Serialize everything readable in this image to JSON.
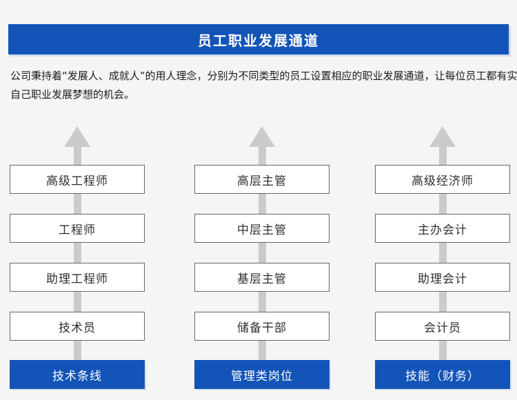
{
  "colors": {
    "accent": "#1254b8",
    "arrow": "#cbcbcb",
    "pagebg": "#f5f5f6",
    "boxborder": "#666666"
  },
  "header": {
    "title": "员工职业发展通道"
  },
  "intro": {
    "line1": "公司秉持着“发展人、成就人”的用人理念，分别为不同类型的员工设置相应的职业发展通道，让每位员工都有实现",
    "line2": "自己职业发展梦想的机会。"
  },
  "ladders": [
    {
      "category": "技术条线",
      "levels": [
        "高级工程师",
        "工程师",
        "助理工程师",
        "技术员"
      ]
    },
    {
      "category": "管理类岗位",
      "levels": [
        "高层主管",
        "中层主管",
        "基层主管",
        "储备干部"
      ]
    },
    {
      "category": "技能（财务）",
      "levels": [
        "高级经济师",
        "主办会计",
        "助理会计",
        "会计员"
      ]
    }
  ]
}
